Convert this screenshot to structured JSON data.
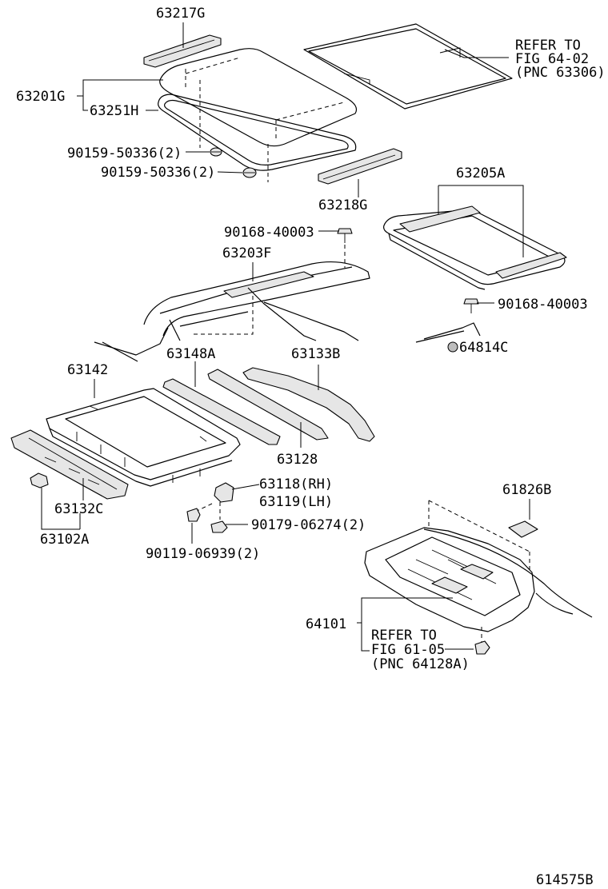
{
  "diagram_id": "614575B",
  "parts": {
    "p63217G": "63217G",
    "p63201G": "63201G",
    "p63251H": "63251H",
    "p9015950336_a": "90159-50336(2)",
    "p9015950336_b": "90159-50336(2)",
    "p63218G": "63218G",
    "p63205A": "63205A",
    "p9016840003_a": "90168-40003",
    "p9016840003_b": "90168-40003",
    "p63203F": "63203F",
    "p64814C": "64814C",
    "p63142": "63142",
    "p63148A": "63148A",
    "p63133B": "63133B",
    "p63128": "63128",
    "p63118": "63118(RH)",
    "p63119": "63119(LH)",
    "p63132C": "63132C",
    "p63102A": "63102A",
    "p9017906274": "90179-06274(2)",
    "p9011906939": "90119-06939(2)",
    "p61826B": "61826B",
    "p64101": "64101"
  },
  "references": {
    "ref1": {
      "line1": "REFER TO",
      "line2": "FIG 64-02",
      "line3": "(PNC 63306)"
    },
    "ref2": {
      "line1": "REFER TO",
      "line2": "FIG 61-05",
      "line3": "(PNC 64128A)"
    }
  },
  "icons": {
    "marker": "filled-circle-icon"
  }
}
